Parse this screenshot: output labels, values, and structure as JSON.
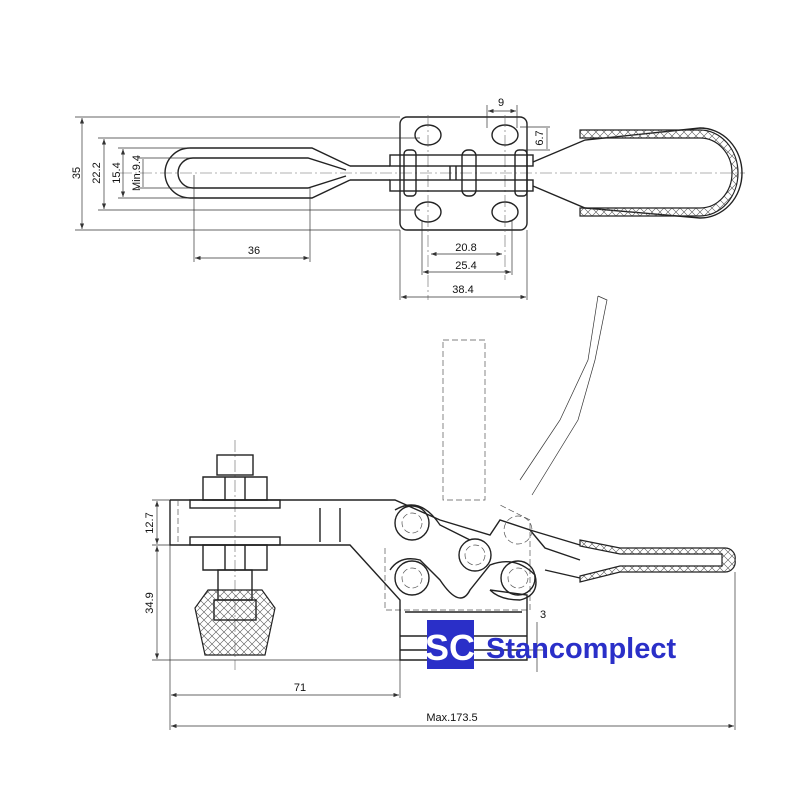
{
  "drawing": {
    "top_view": {
      "dimensions": {
        "overall_height": "35",
        "hole_spacing_vertical": "22.2",
        "loop_outer_width": "15.4",
        "loop_inner_min": "Min.9.4",
        "loop_length": "36",
        "hole_spacing_inner": "20.8",
        "hole_spacing_outer": "25.4",
        "base_width": "38.4",
        "slot_length": "9",
        "slot_width": "6.7"
      }
    },
    "side_view": {
      "dimensions": {
        "arm_thickness": "12.7",
        "spindle_height": "34.9",
        "arm_reach": "71",
        "overall_length": "Max.173.5",
        "base_thickness": "3"
      }
    }
  },
  "logo": {
    "mark": "SC",
    "name": "Stancomplect",
    "color": "#2a2fc8"
  }
}
